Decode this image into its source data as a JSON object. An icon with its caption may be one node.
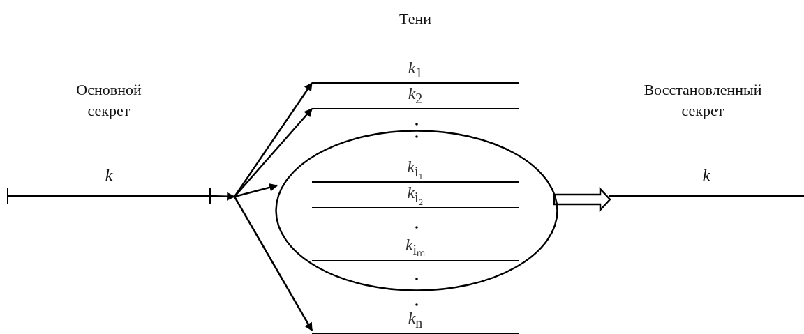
{
  "diagram": {
    "nodes": [
      {
        "text": [
          "Основной секрет",
          "*k*"
        ]
      },
      {
        "text": [
          "Тени"
        ]
      },
      {
        "text": [
          "*k*$_{1}$"
        ],
        "in": 1
      },
      {
        "text": [
          "*k*$_{2}$"
        ],
        "in": 1
      },
      {
        "text": [],
        "shape": "ellipse"
      },
      {
        "text": [
          "*k*$_{i₁}$"
        ],
        "in": 4
      },
      {
        "text": [
          "*k*$_{i₂}$"
        ],
        "in": 4
      },
      {
        "text": [
          "*k*$_{iₘ}$"
        ],
        "in": 4
      },
      {
        "text": [
          "*k*$_{n}$"
        ],
        "in": 1
      },
      {
        "text": [
          "Восстановленный секрет",
          "*k*"
        ]
      }
    ],
    "edges": [
      {
        "from": 0,
        "to": 2,
        "arrow": "to"
      },
      {
        "from": 0,
        "to": 3,
        "arrow": "to"
      },
      {
        "from": 0,
        "to": 4,
        "arrow": "to"
      },
      {
        "from": 0,
        "to": 8,
        "arrow": "to"
      },
      {
        "from": 4,
        "to": 9,
        "arrow": "to",
        "style": "thick"
      }
    ]
  }
}
